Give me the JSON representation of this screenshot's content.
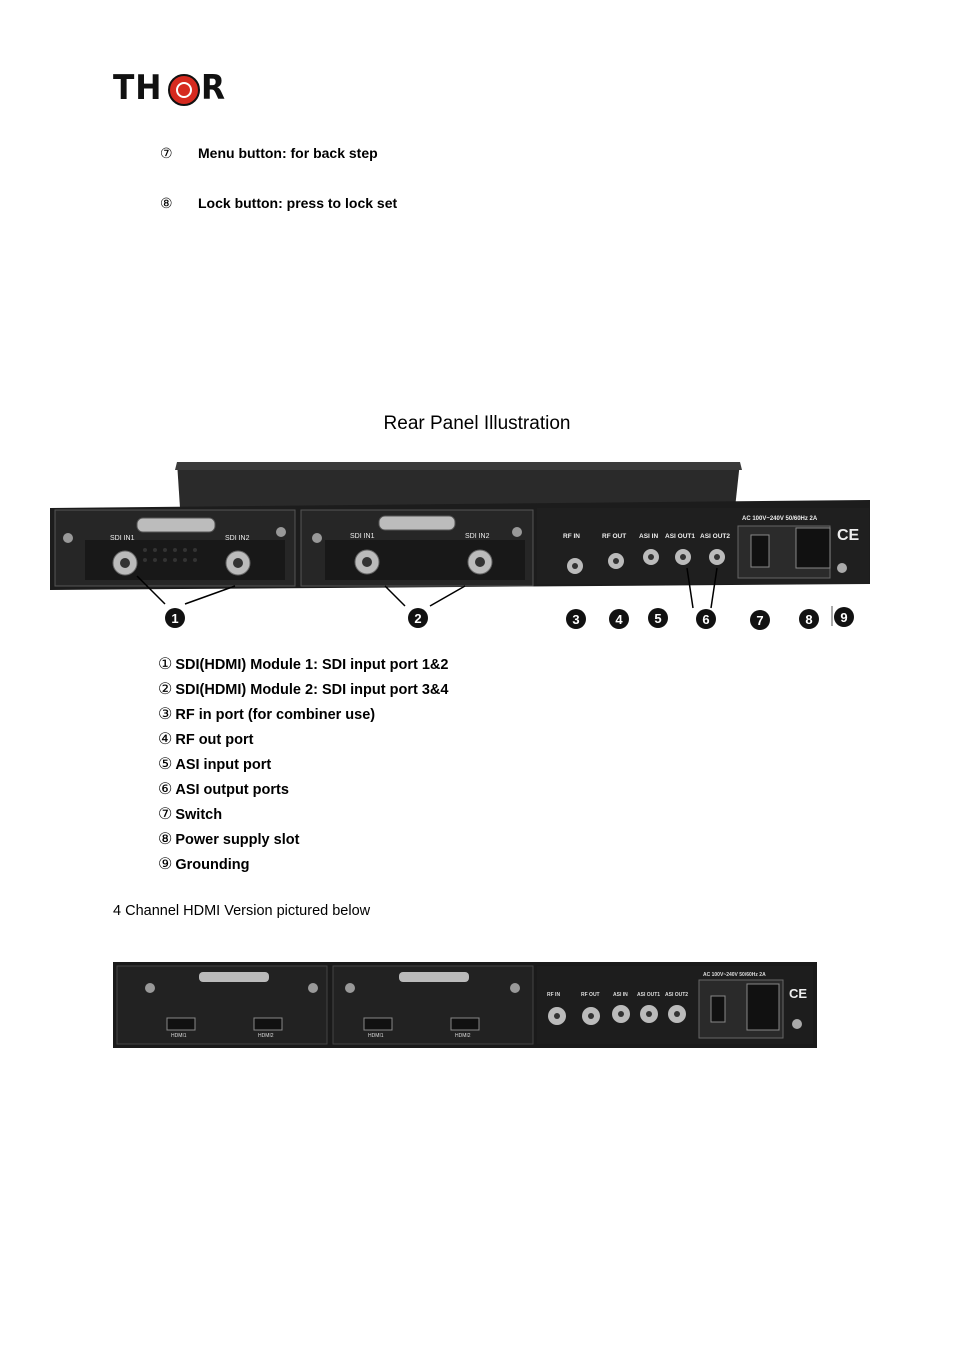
{
  "header": {
    "logo_text_left": "TH",
    "logo_text_right": "R"
  },
  "front_buttons": [
    {
      "num": "⑦",
      "label": "Menu button: for back step"
    },
    {
      "num": "⑧",
      "label": "Lock button: press to lock set"
    }
  ],
  "rear_panel": {
    "caption": "Rear Panel Illustration",
    "port_labels": [
      "SDI IN1",
      "SDI IN2",
      "SDI IN1",
      "SDI IN2",
      "RF IN",
      "RF OUT",
      "ASI IN",
      "ASI OUT1",
      "ASI OUT2"
    ],
    "power_label": "AC 100V~240V 50/60Hz 2A",
    "callouts": [
      "1",
      "2",
      "3",
      "4",
      "5",
      "6",
      "7",
      "8",
      "9"
    ]
  },
  "legend": [
    {
      "num": "①",
      "label": "SDI(HDMI) Module 1: SDI input port 1&2"
    },
    {
      "num": "②",
      "label": "SDI(HDMI) Module 2: SDI input port 3&4"
    },
    {
      "num": "③",
      "label": "RF in port (for combiner use)"
    },
    {
      "num": "④",
      "label": "RF out port"
    },
    {
      "num": "⑤",
      "label": "ASI input port"
    },
    {
      "num": "⑥",
      "label": "ASI output ports"
    },
    {
      "num": "⑦",
      "label": "Switch"
    },
    {
      "num": "⑧",
      "label": "Power supply slot"
    },
    {
      "num": "⑨",
      "label": "Grounding"
    }
  ],
  "hdmi_note": "4 Channel HDMI Version pictured below",
  "hdmi_panel": {
    "port_labels": [
      "HDMI1",
      "HDMI2",
      "HDMI1",
      "HDMI2",
      "RF IN",
      "RF OUT",
      "ASI IN",
      "ASI OUT1",
      "ASI OUT2"
    ],
    "power_label": "AC 100V~240V 50/60Hz 2A"
  }
}
